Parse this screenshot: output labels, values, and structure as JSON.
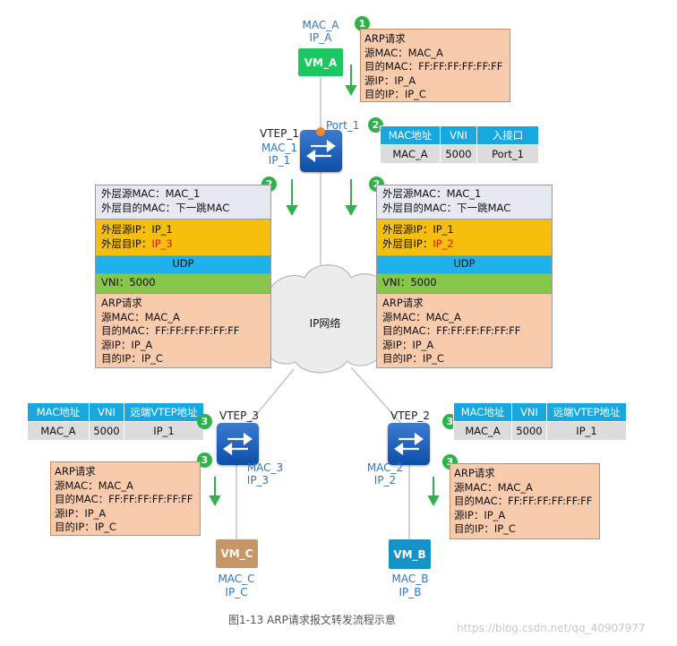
{
  "colors": {
    "badge": "#2db34a",
    "vm_a": "#1cc75f",
    "vm_b": "#1792c9",
    "vm_c": "#c79668",
    "switch": "#1a5fb8",
    "table_header": "#18a8e0",
    "arp_box": "#f9cbad",
    "outer_mac": "#e6e9f2",
    "outer_ip": "#f7bf0b",
    "udp": "#1fb1ec",
    "vni": "#86c64a",
    "arrow": "#2db34a",
    "port_dot": "#f0862e",
    "cloud": "#ececec"
  },
  "vm_a": {
    "label": "VM_A",
    "mac": "MAC_A",
    "ip": "IP_A"
  },
  "vm_b": {
    "label": "VM_B",
    "mac": "MAC_B",
    "ip": "IP_B"
  },
  "vm_c": {
    "label": "VM_C",
    "mac": "MAC_C",
    "ip": "IP_C"
  },
  "vtep_1": {
    "name": "VTEP_1",
    "mac": "MAC_1",
    "ip": "IP_1",
    "port": "Port_1",
    "icon": "switch-icon"
  },
  "vtep_2": {
    "name": "VTEP_2",
    "mac": "MAC_2",
    "ip": "IP_2",
    "icon": "switch-icon"
  },
  "vtep_3": {
    "name": "VTEP_3",
    "mac": "MAC_3",
    "ip": "IP_3",
    "icon": "switch-icon"
  },
  "steps": [
    "1",
    "2",
    "2",
    "2",
    "3",
    "3",
    "3",
    "3"
  ],
  "arp_top": [
    "ARP请求",
    "源MAC：MAC_A",
    "目的MAC：FF:FF:FF:FF:FF:FF",
    "源IP：IP_A",
    "目的IP：IP_C"
  ],
  "arp_left_bottom": [
    "ARP请求",
    "源MAC：MAC_A",
    "目的MAC：FF:FF:FF:FF:FF:FF",
    "源IP：IP_A",
    "目的IP：IP_C"
  ],
  "arp_right_bottom": [
    "ARP请求",
    "源MAC：MAC_A",
    "目的MAC：FF:FF:FF:FF:FF:FF",
    "源IP：IP_A",
    "目的IP：IP_C"
  ],
  "table_vtep1": {
    "headers": [
      "MAC地址",
      "VNI",
      "入接口"
    ],
    "row": [
      "MAC_A",
      "5000",
      "Port_1"
    ]
  },
  "table_vtep3": {
    "headers": [
      "MAC地址",
      "VNI",
      "远端VTEP地址"
    ],
    "row": [
      "MAC_A",
      "5000",
      "IP_1"
    ]
  },
  "table_vtep2": {
    "headers": [
      "MAC地址",
      "VNI",
      "远端VTEP地址"
    ],
    "row": [
      "MAC_A",
      "5000",
      "IP_1"
    ]
  },
  "pkt_left": {
    "outer_src_mac": "外层源MAC：MAC_1",
    "outer_dst_mac": "外层目的MAC：下一跳MAC",
    "outer_src_ip": "外层源IP：IP_1",
    "outer_dst_ip_prefix": "外层目IP：",
    "outer_dst_ip_value": "IP_3",
    "udp": "UDP",
    "vni": "VNI：5000",
    "arp": [
      "ARP请求",
      "源MAC：MAC_A",
      "目的MAC：FF:FF:FF:FF:FF:FF",
      "源IP：IP_A",
      "目的IP：IP_C"
    ]
  },
  "pkt_right": {
    "outer_src_mac": "外层源MAC：MAC_1",
    "outer_dst_mac": "外层目的MAC：下一跳MAC",
    "outer_src_ip": "外层源IP：IP_1",
    "outer_dst_ip_prefix": "外层目IP：",
    "outer_dst_ip_value": "IP_2",
    "udp": "UDP",
    "vni": "VNI：5000",
    "arp": [
      "ARP请求",
      "源MAC：MAC_A",
      "目的MAC：FF:FF:FF:FF:FF:FF",
      "源IP：IP_A",
      "目的IP：IP_C"
    ]
  },
  "network_label": "IP网络",
  "caption": "图1-13 ARP请求报文转发流程示意",
  "watermark": "https://blog.csdn.net/qq_40907977"
}
